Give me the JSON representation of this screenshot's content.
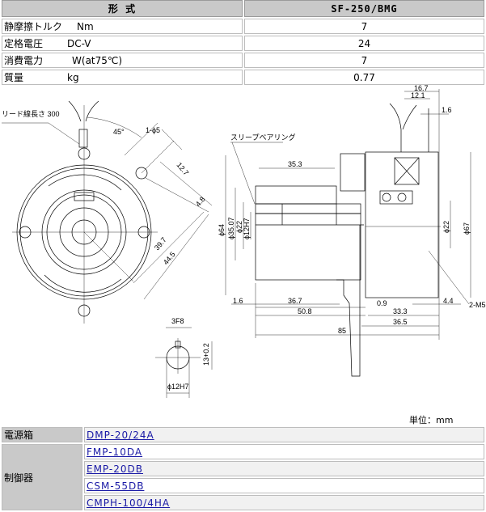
{
  "spec_table": {
    "header": {
      "label": "形 式",
      "model": "SF-250/BMG"
    },
    "rows": [
      {
        "name": "静摩擦トルク",
        "unit": "Nm",
        "value": "7"
      },
      {
        "name": "定格電圧",
        "unit": "DC-V",
        "value": "24"
      },
      {
        "name": "消費電力",
        "unit": "W(at75℃)",
        "value": "7"
      },
      {
        "name": "質量",
        "unit": "kg",
        "value": "0.77"
      }
    ]
  },
  "drawing": {
    "front": {
      "lead": "リード線長さ 300",
      "angle": "45°",
      "hole": "1-ϕ5",
      "d1": "12.7",
      "d2": "4.8",
      "d3": "39.7",
      "d4": "44.5"
    },
    "side": {
      "bearing": "スリープベアリング",
      "d35_3": "35.3",
      "d64": "ϕ64",
      "d35": "ϕ35.07",
      "d22": "ϕ22",
      "d12": "ϕ12H7",
      "d16_7": "16.7",
      "d12_1": "12.1",
      "d1_6_top": "1.6",
      "d67": "ϕ67",
      "d22r": "ϕ22",
      "d1_6": "1.6",
      "d36_7": "36.7",
      "d0_9": "0.9",
      "d4_4": "4.4",
      "m5": "2-M5",
      "d50_8": "50.8",
      "d33_3": "33.3",
      "d36_5": "36.5",
      "d85": "85"
    },
    "key": {
      "width": "3F8",
      "depth": "13+0.2",
      "bore": "ϕ12H7"
    }
  },
  "unit_note": "単位：mm",
  "accessories": {
    "power_label": "電源箱",
    "power": [
      "DMP-20/24A"
    ],
    "control_label": "制御器",
    "controllers": [
      "FMP-10DA",
      "EMP-20DB",
      "CSM-55DB",
      "CMPH-100/4HA"
    ]
  }
}
